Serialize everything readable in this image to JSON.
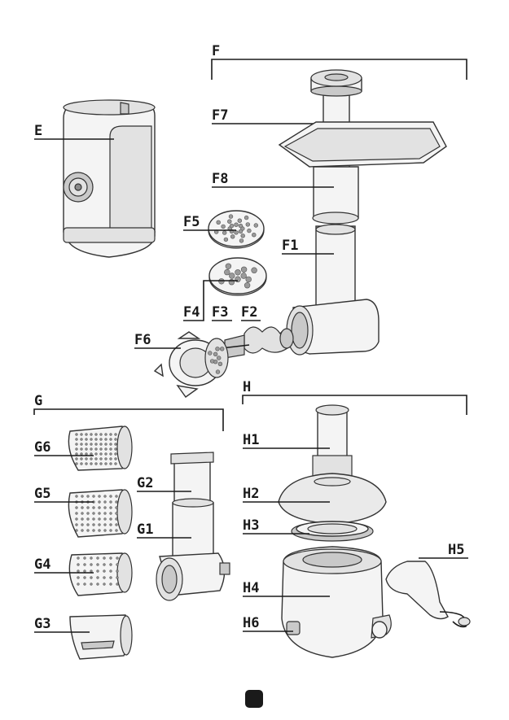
{
  "labels": {
    "E": "E",
    "F": "F",
    "F1": "F1",
    "F2": "F2",
    "F3": "F3",
    "F4": "F4",
    "F5": "F5",
    "F6": "F6",
    "F7": "F7",
    "F8": "F8",
    "G": "G",
    "G1": "G1",
    "G2": "G2",
    "G3": "G3",
    "G4": "G4",
    "G5": "G5",
    "G6": "G6",
    "H": "H",
    "H1": "H1",
    "H2": "H2",
    "H3": "H3",
    "H4": "H4",
    "H5": "H5",
    "H6": "H6"
  },
  "page_marker": ""
}
